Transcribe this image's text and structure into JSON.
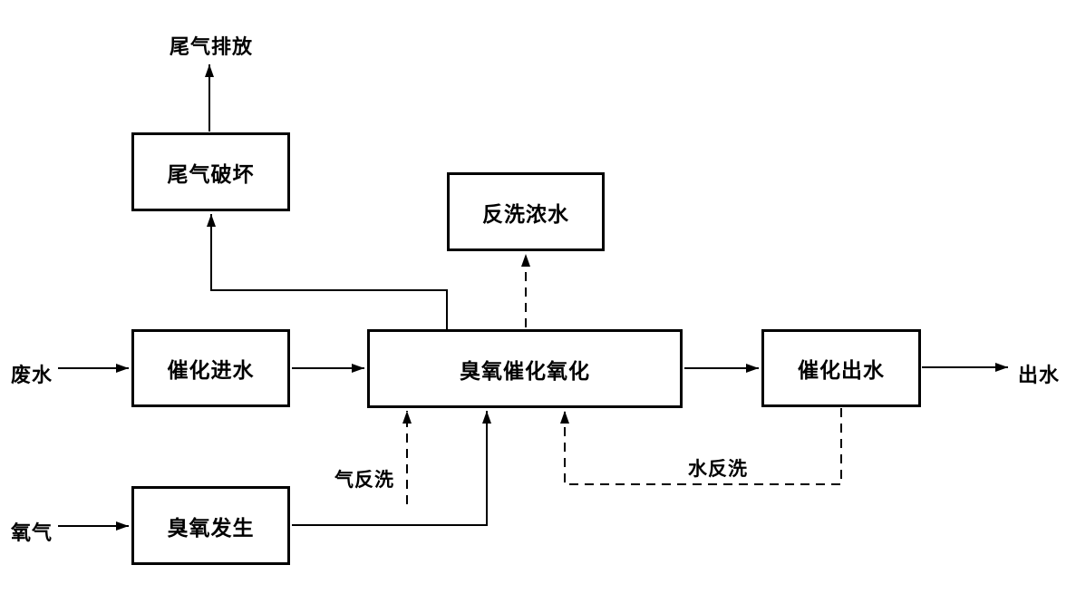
{
  "diagram": {
    "type": "process-flowchart",
    "colors": {
      "line": "#000000",
      "background": "#ffffff"
    },
    "nodes": {
      "tail_gas_destruction": {
        "label": "尾气破坏"
      },
      "backwash_concentrate": {
        "label": "反洗浓水"
      },
      "catalytic_influent": {
        "label": "催化进水"
      },
      "ozone_catalytic_oxidation": {
        "label": "臭氧催化氧化"
      },
      "catalytic_effluent": {
        "label": "催化出水"
      },
      "ozone_generation": {
        "label": "臭氧发生"
      }
    },
    "io_labels": {
      "tail_gas_emission": "尾气排放",
      "wastewater_in": "废水",
      "oxygen_in": "氧气",
      "water_out": "出水",
      "gas_backwash": "气反洗",
      "water_backwash": "水反洗"
    },
    "edges": [
      {
        "from": "废水",
        "to": "催化进水",
        "style": "solid"
      },
      {
        "from": "催化进水",
        "to": "臭氧催化氧化",
        "style": "solid"
      },
      {
        "from": "臭氧催化氧化",
        "to": "催化出水",
        "style": "solid"
      },
      {
        "from": "催化出水",
        "to": "出水",
        "style": "solid"
      },
      {
        "from": "氧气",
        "to": "臭氧发生",
        "style": "solid"
      },
      {
        "from": "臭氧发生",
        "to": "臭氧催化氧化",
        "style": "solid"
      },
      {
        "from": "臭氧催化氧化",
        "to": "尾气破坏",
        "style": "solid"
      },
      {
        "from": "尾气破坏",
        "to": "尾气排放",
        "style": "solid"
      },
      {
        "from": "臭氧催化氧化",
        "to": "反洗浓水",
        "style": "dashed"
      },
      {
        "from": "气反洗",
        "to": "臭氧催化氧化",
        "style": "dashed"
      },
      {
        "from": "催化出水",
        "to": "臭氧催化氧化",
        "style": "dashed",
        "label": "水反洗"
      }
    ]
  }
}
